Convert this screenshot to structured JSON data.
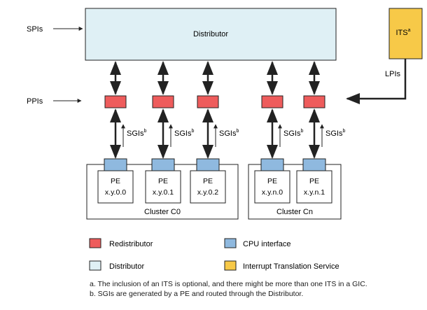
{
  "inputs": {
    "spis": "SPIs",
    "ppis": "PPIs",
    "lpis": "LPIs"
  },
  "distributor": {
    "label": "Distributor"
  },
  "its": {
    "label": "ITS",
    "sup": "a"
  },
  "sgi": {
    "label": "SGIs",
    "sup": "b"
  },
  "pe_label": "PE",
  "clusters": [
    {
      "label": "Cluster C0",
      "pes": [
        "x.y.0.0",
        "x.y.0.1",
        "x.y.0.2"
      ]
    },
    {
      "label": "Cluster Cn",
      "pes": [
        "x.y.n.0",
        "x.y.n.1"
      ]
    }
  ],
  "legend": {
    "redistributor": "Redistributor",
    "cpu_interface": "CPU interface",
    "distributor": "Distributor",
    "its": "Interrupt Translation Service"
  },
  "footnotes": {
    "a": "a. The inclusion of an ITS is optional, and there might be more than one ITS in a GIC.",
    "b": "b. SGIs are generated by a PE and routed through the Distributor."
  },
  "colors": {
    "distributor": "#dff0f5",
    "redistributor": "#ee5c5c",
    "cpu_interface": "#8fb9df",
    "its": "#f7c948",
    "stroke": "#222222"
  }
}
